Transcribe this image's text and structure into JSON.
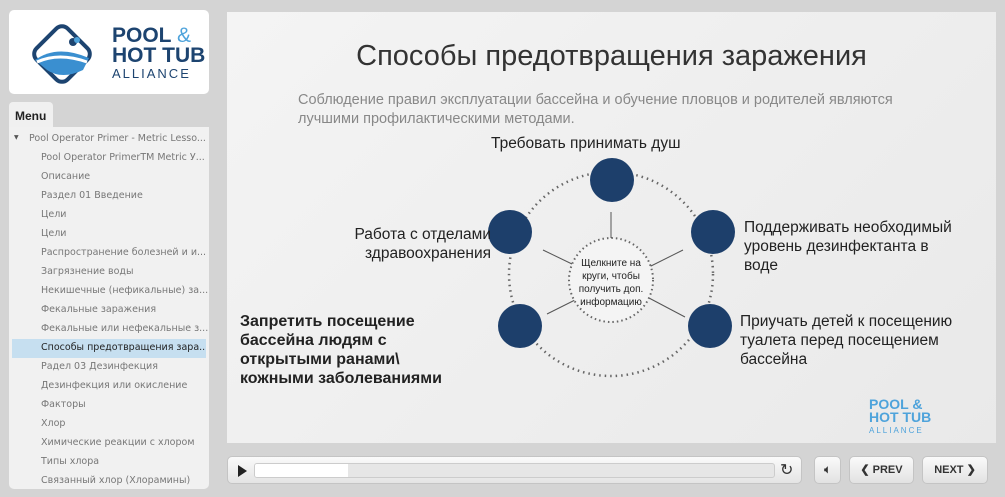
{
  "logo": {
    "line1": "POOL",
    "amp": "&",
    "line2": "HOT TUB",
    "line3": "ALLIANCE"
  },
  "menu": {
    "tab": "Menu",
    "items": [
      "Pool Operator Primer - Metric Lesso...",
      "Pool Operator PrimerTM Metric У...",
      "Описание",
      "Раздел 01 Введение",
      "Цели",
      "Цели",
      "Распространение болезней и и...",
      "Загрязнение воды",
      "Некишечные (нефикальные) за...",
      "Фекальные заражения",
      "Фекальные или нефекальные з...",
      "Способы предотвращения зара...",
      "Радел 03 Дезинфекция",
      "Дезинфекция или окисление",
      "Факторы",
      "Хлор",
      "Химические реакции с хлором",
      "Типы хлора",
      "Связанный хлор (Хлорамины)"
    ],
    "active_index": 11
  },
  "slide": {
    "title": "Способы предотвращения заражения",
    "subtitle": "Соблюдение правил эксплуатации бассейна и обучение пловцов и родителей являются лучшими профилактическими методами.",
    "labels": {
      "top": "Требовать принимать душ",
      "right_top": "Поддерживать необходимый уровень дезинфектанта в воде",
      "right_bottom": "Приучать детей к посещению туалета перед посещением бассейна",
      "left_bottom": "Запретить посещение бассейна людям с открытыми ранами\\ кожными заболеваниями",
      "left_top": "Работа с отделами здравоохранения"
    },
    "center": "Щелкните на круги, чтобы получить доп. информацию",
    "accent": "#1d3f6b"
  },
  "player": {
    "progress_percent": 18,
    "prev": "❮ PREV",
    "next": "NEXT ❯"
  }
}
